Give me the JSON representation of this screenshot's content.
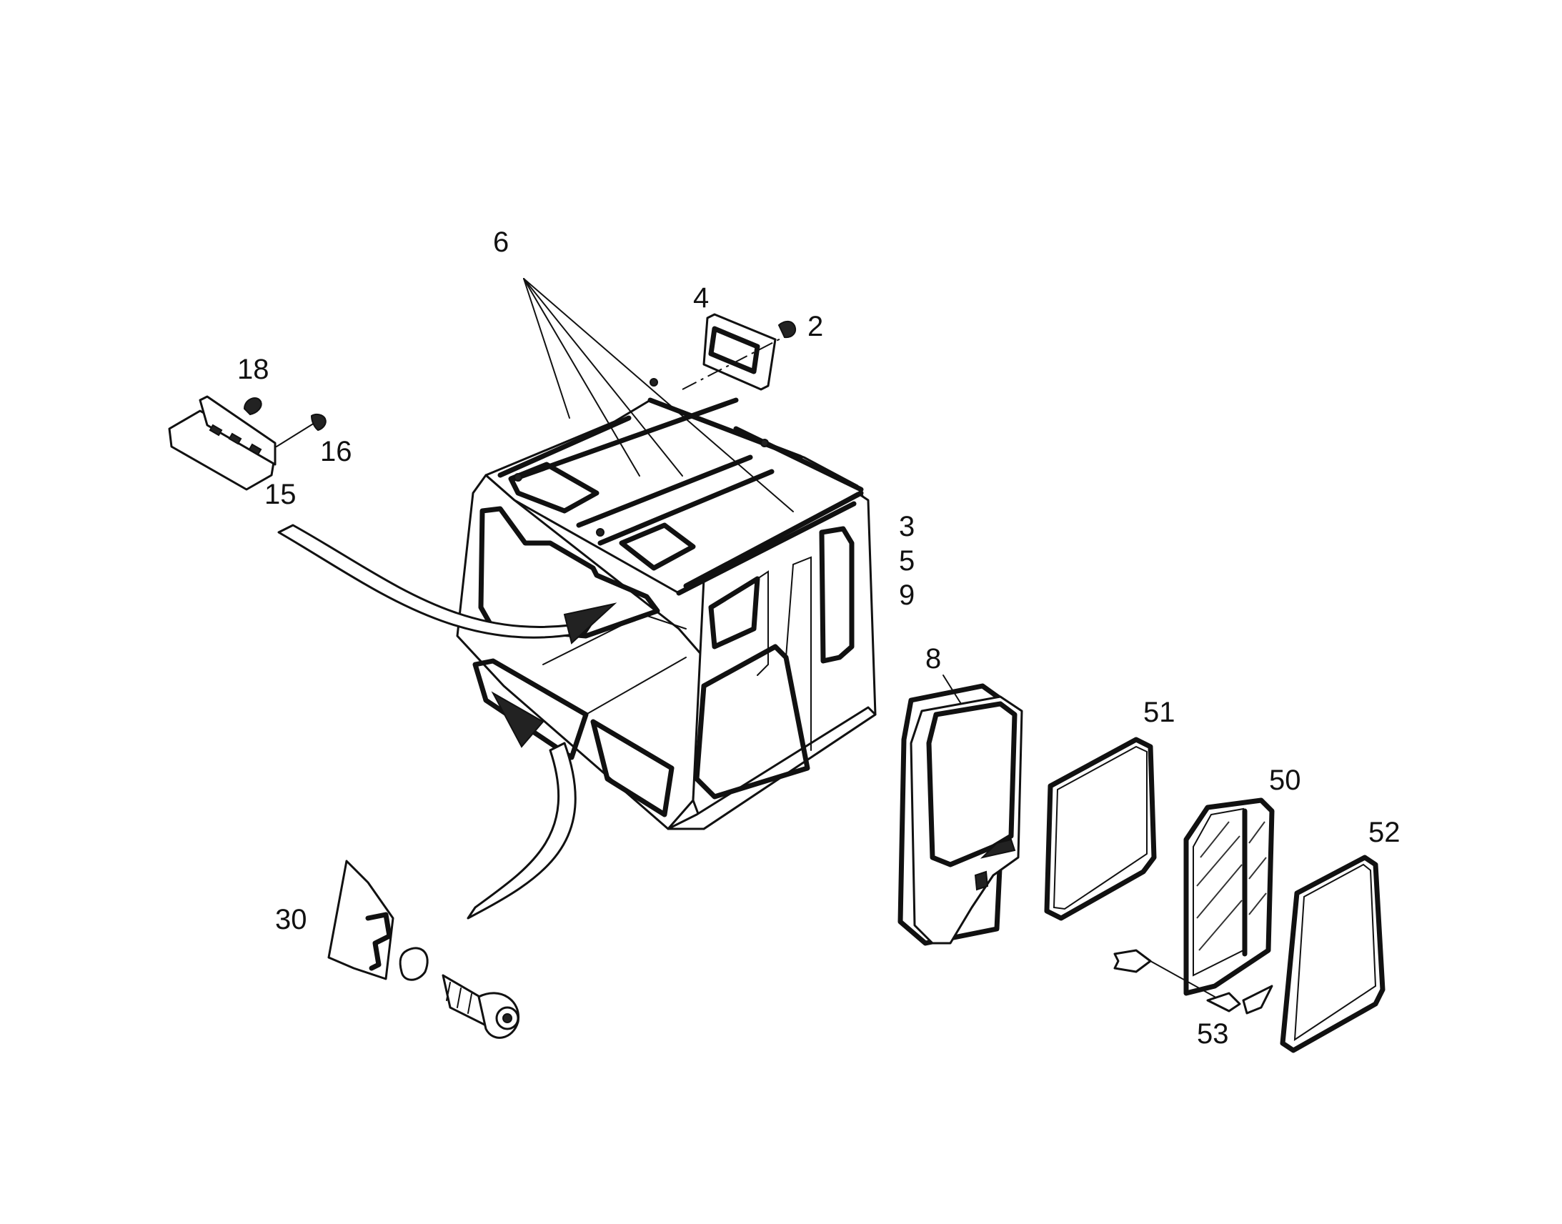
{
  "diagram": {
    "callouts": {
      "c6": "6",
      "c4": "4",
      "c2": "2",
      "c18": "18",
      "c16": "16",
      "c15": "15",
      "c3": "3",
      "c5": "5",
      "c9": "9",
      "c8": "8",
      "c51": "51",
      "c50": "50",
      "c52": "52",
      "c53": "53",
      "c30": "30"
    },
    "colors": {
      "line": "#111111",
      "background": "#ffffff"
    }
  }
}
